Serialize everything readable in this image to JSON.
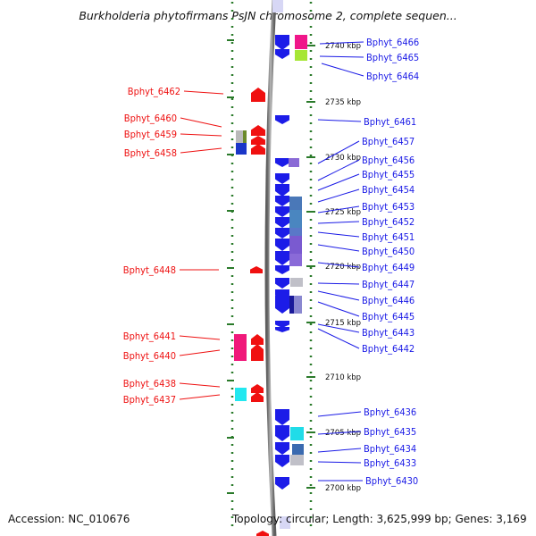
{
  "title": "Burkholderia phytofirmans PsJN chromosome 2, complete sequen...",
  "footer": {
    "accession": "Accession: NC_010676",
    "topology": "Topology: circular; Length: 3,625,999 bp; Genes: 3,169"
  },
  "colors": {
    "left": "#ee1111",
    "right": "#1a1ae6",
    "scale": "#2a7a2a",
    "backbone": "#8a8a8a"
  },
  "scale_ticks": [
    {
      "kbp": 2740,
      "label": "2740 kbp"
    },
    {
      "kbp": 2735,
      "label": "2735 kbp"
    },
    {
      "kbp": 2730,
      "label": "2730 kbp"
    },
    {
      "kbp": 2725,
      "label": "2725 kbp"
    },
    {
      "kbp": 2720,
      "label": "2720 kbp"
    },
    {
      "kbp": 2715,
      "label": "2715 kbp"
    },
    {
      "kbp": 2710,
      "label": "2710 kbp"
    },
    {
      "kbp": 2705,
      "label": "2705 kbp"
    },
    {
      "kbp": 2700,
      "label": "2700 kbp"
    }
  ],
  "left_genes": [
    "Bphyt_6462",
    "Bphyt_6460",
    "Bphyt_6459",
    "Bphyt_6458",
    "Bphyt_6448",
    "Bphyt_6441",
    "Bphyt_6440",
    "Bphyt_6438",
    "Bphyt_6437"
  ],
  "right_genes": [
    "Bphyt_6466",
    "Bphyt_6465",
    "Bphyt_6464",
    "Bphyt_6461",
    "Bphyt_6457",
    "Bphyt_6456",
    "Bphyt_6455",
    "Bphyt_6454",
    "Bphyt_6453",
    "Bphyt_6452",
    "Bphyt_6451",
    "Bphyt_6450",
    "Bphyt_6449",
    "Bphyt_6447",
    "Bphyt_6446",
    "Bphyt_6445",
    "Bphyt_6443",
    "Bphyt_6442",
    "Bphyt_6436",
    "Bphyt_6435",
    "Bphyt_6434",
    "Bphyt_6433",
    "Bphyt_6430"
  ]
}
